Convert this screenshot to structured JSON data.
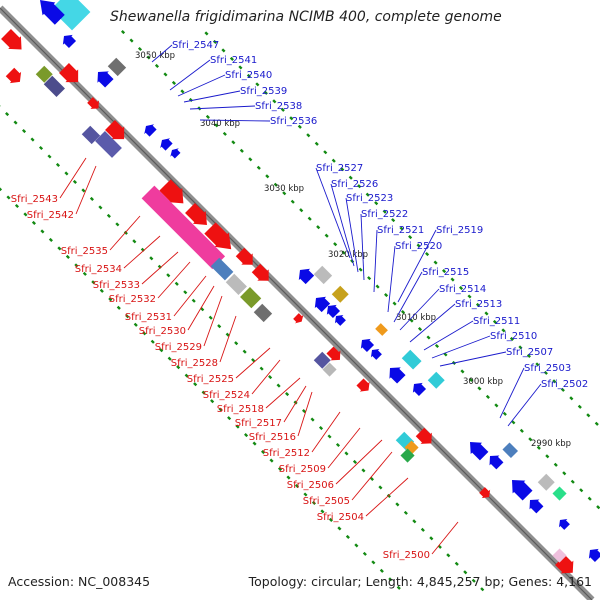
{
  "title": "Shewanella frigidimarina NCIMB 400, complete genome",
  "accession": "Accession: NC_008345",
  "topology": "Topology: circular; Length: 4,845,257 bp; Genes: 4,161",
  "colors": {
    "backbone": "#8a8a8a",
    "forward": "#ee1111",
    "reverse": "#0a0ae6",
    "tick": "#138a13",
    "blue_label": "#1a1acc",
    "red_label": "#d81414"
  },
  "scale_labels": [
    "3050 kbp",
    "3040 kbp",
    "3030 kbp",
    "3020 kbp",
    "3010 kbp",
    "3000 kbp",
    "2990 kbp"
  ],
  "blue_labels": [
    "Sfri_2547",
    "Sfri_2541",
    "Sfri_2540",
    "Sfri_2539",
    "Sfri_2538",
    "Sfri_2536",
    "Sfri_2527",
    "Sfri_2526",
    "Sfri_2523",
    "Sfri_2522",
    "Sfri_2521",
    "Sfri_2519",
    "Sfri_2520",
    "Sfri_2515",
    "Sfri_2514",
    "Sfri_2513",
    "Sfri_2511",
    "Sfri_2510",
    "Sfri_2507",
    "Sfri_2503",
    "Sfri_2502"
  ],
  "red_labels": [
    "Sfri_2543",
    "Sfri_2542",
    "Sfri_2535",
    "Sfri_2534",
    "Sfri_2533",
    "Sfri_2532",
    "Sfri_2531",
    "Sfri_2530",
    "Sfri_2529",
    "Sfri_2528",
    "Sfri_2525",
    "Sfri_2524",
    "Sfri_2518",
    "Sfri_2517",
    "Sfri_2516",
    "Sfri_2512",
    "Sfri_2509",
    "Sfri_2506",
    "Sfri_2505",
    "Sfri_2504",
    "Sfri_2500"
  ]
}
